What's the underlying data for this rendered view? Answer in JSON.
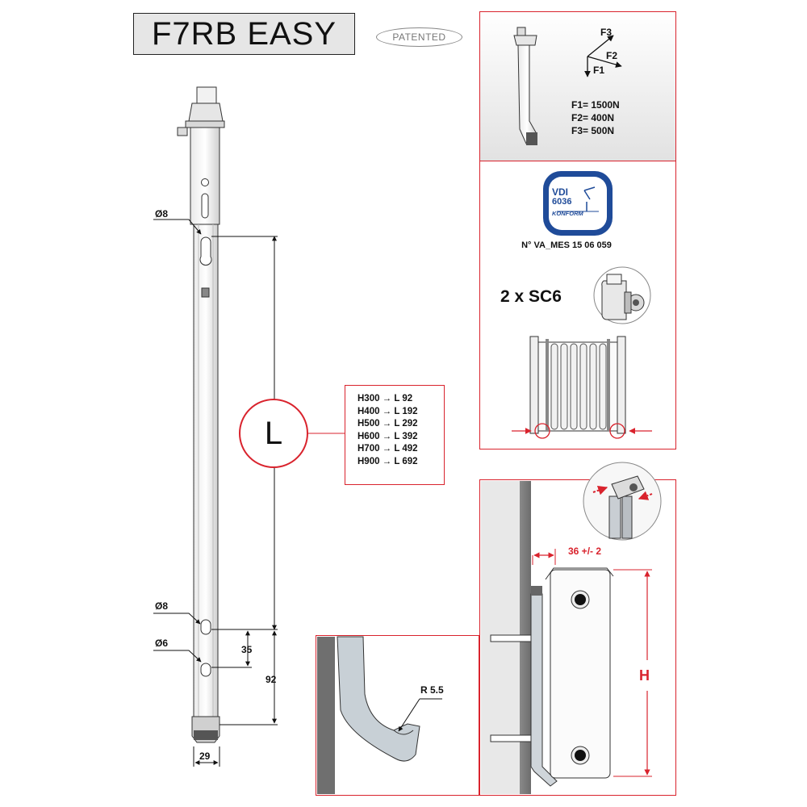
{
  "title": "F7RB EASY",
  "badge": "PATENTED",
  "forces": {
    "arrow_labels": [
      "F3",
      "F2",
      "F1"
    ],
    "values": [
      "F1= 1500N",
      "F2= 400N",
      "F3= 500N"
    ]
  },
  "certification": {
    "logo_text": [
      "VDI",
      "6036",
      "KONFORM"
    ],
    "number": "N° VA_MES 15 06 059"
  },
  "accessory": "2 x SC6",
  "height_table": {
    "symbol": "L",
    "rows": [
      "H300 → L 92",
      "H400 → L 192",
      "H500 → L 292",
      "H600 → L 392",
      "H700 → L 492",
      "H900 → L 692"
    ]
  },
  "dimensions": {
    "hole_top": "Ø8",
    "hole_mid": "Ø8",
    "hole_low": "Ø6",
    "spacing_35": "35",
    "spacing_92": "92",
    "width_29": "29",
    "radius": "R 5.5",
    "wall_distance": "36 +/- 2",
    "height": "H"
  },
  "colors": {
    "accent_red": "#d9232d",
    "vdi_blue": "#1f4b99"
  }
}
